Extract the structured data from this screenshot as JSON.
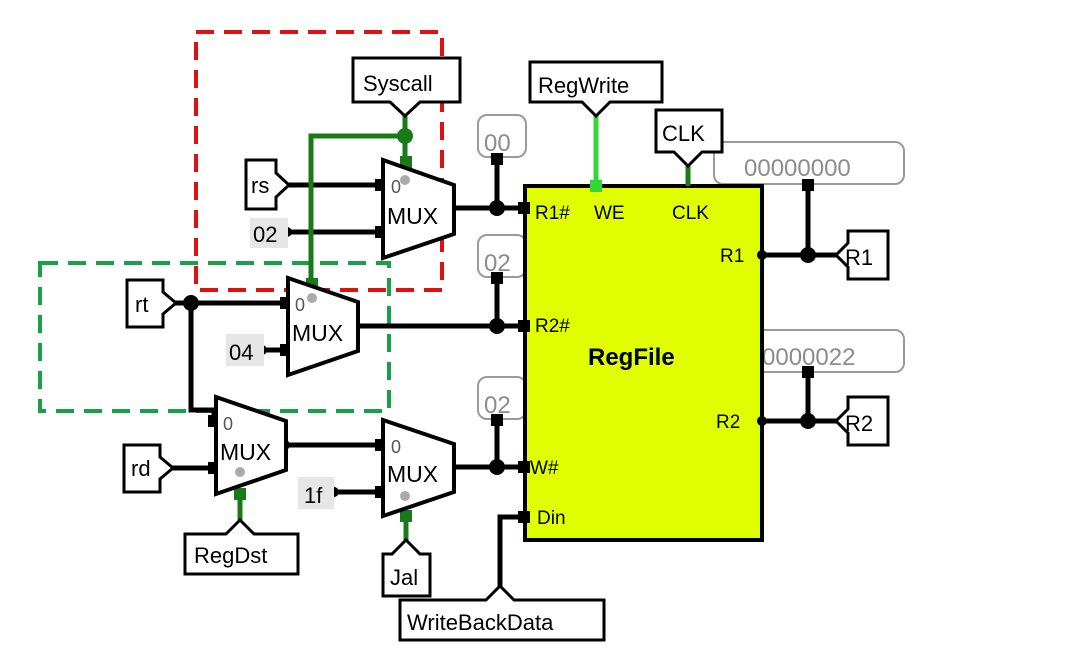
{
  "component": {
    "title": "RegFile",
    "fill": "#e0ff00"
  },
  "ports": {
    "r1_addr": "R1#",
    "we": "WE",
    "clk": "CLK",
    "r2_addr": "R2#",
    "w_addr": "W#",
    "din": "Din",
    "r1": "R1",
    "r2": "R2"
  },
  "pins": {
    "syscall": "Syscall",
    "regwrite": "RegWrite",
    "clk": "CLK",
    "rs": "rs",
    "rt": "rt",
    "rd": "rd",
    "regdst": "RegDst",
    "jal": "Jal",
    "writebackdata": "WriteBackData",
    "r1_out": "R1",
    "r2_out": "R2"
  },
  "constants": {
    "c02": "02",
    "c04": "04",
    "c1f": "1f"
  },
  "probes": {
    "p00": "00",
    "p02a": "02",
    "p02b": "02",
    "r1_value": "00000000",
    "r2_value": "0000022"
  },
  "mux": {
    "label": "MUX",
    "zero": "0"
  },
  "colors": {
    "red_box": "#e01010",
    "green_box": "#1aa04a",
    "control_wire": "#1a7a1a",
    "active_wire": "#33d633"
  }
}
